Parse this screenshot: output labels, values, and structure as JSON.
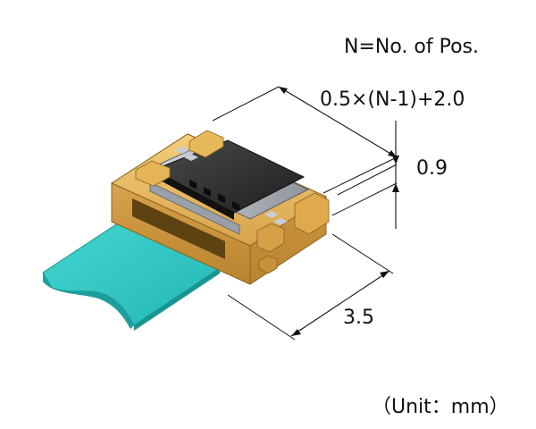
{
  "labels": {
    "note": "N=No. of Pos.",
    "width_formula": "0.5×(N-1)+2.0",
    "height": "0.9",
    "depth": "3.5",
    "unit": "（Unit：mm）"
  },
  "colors": {
    "fpc": "#2ec7c4",
    "housing": "#e0b25a",
    "actuator": "#2b2b2b",
    "metal": "#b8bcc4",
    "dimension_line": "#111111"
  },
  "icons": {
    "connector": "fpc-connector-3d-illustration"
  }
}
